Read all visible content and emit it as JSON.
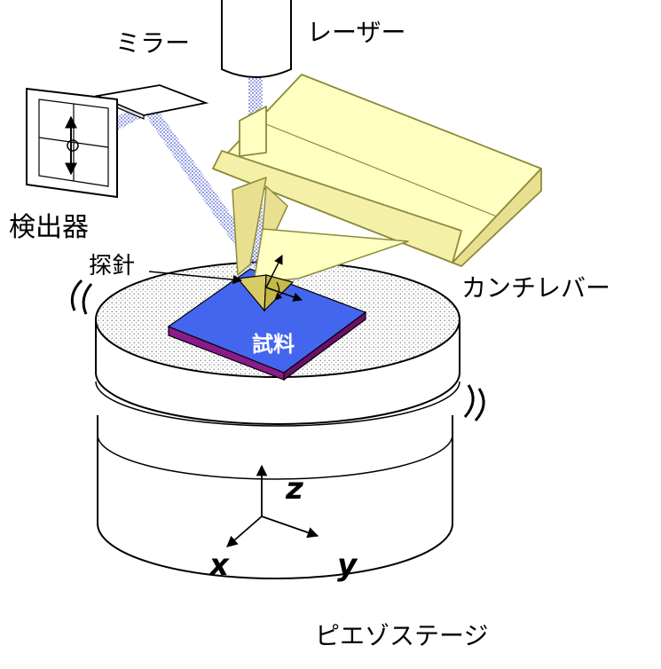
{
  "labels": {
    "mirror": "ミラー",
    "laser": "レーザー",
    "detector": "検出器",
    "probe": "探針",
    "cantilever": "カンチレバー",
    "sample": "試料",
    "piezo_stage": "ピエゾステージ"
  },
  "axes": {
    "z": "z",
    "x": "x",
    "y": "y"
  },
  "colors": {
    "cantilever_fill": "#FFFFC2",
    "cantilever_stroke": "#8B8B3A",
    "sample_top": "#4466EE",
    "sample_side": "#8B1A8B",
    "beam": "#5566DD"
  }
}
